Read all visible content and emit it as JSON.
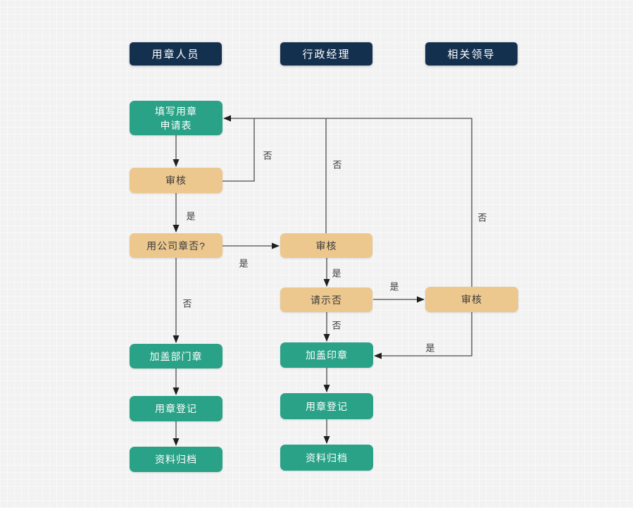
{
  "diagram": {
    "type": "flowchart",
    "lanes": [
      {
        "label": "用章人员"
      },
      {
        "label": "行政经理"
      },
      {
        "label": "相关领导"
      }
    ],
    "nodes": [
      {
        "id": "fill-application",
        "label": "填写用章\n申请表",
        "type": "process"
      },
      {
        "id": "review-1",
        "label": "审核",
        "type": "review"
      },
      {
        "id": "company-seal-question",
        "label": "用公司章否?",
        "type": "review"
      },
      {
        "id": "dept-seal-stamp",
        "label": "加盖部门章",
        "type": "process"
      },
      {
        "id": "seal-register-1",
        "label": "用章登记",
        "type": "process"
      },
      {
        "id": "archive-1",
        "label": "资料归档",
        "type": "process"
      },
      {
        "id": "review-2",
        "label": "审核",
        "type": "review"
      },
      {
        "id": "ask-leader-question",
        "label": "请示否",
        "type": "review"
      },
      {
        "id": "official-seal-stamp",
        "label": "加盖印章",
        "type": "process"
      },
      {
        "id": "seal-register-2",
        "label": "用章登记",
        "type": "process"
      },
      {
        "id": "archive-2",
        "label": "资料归档",
        "type": "process"
      },
      {
        "id": "review-3",
        "label": "审核",
        "type": "review"
      }
    ],
    "edge_labels": [
      {
        "id": "yes-review1-to-question",
        "text": "是"
      },
      {
        "id": "no-question-to-deptseal",
        "text": "否"
      },
      {
        "id": "yes-question-to-review2",
        "text": "是"
      },
      {
        "id": "no-review1-to-fill",
        "text": "否"
      },
      {
        "id": "no-review2-to-fill",
        "text": "否"
      },
      {
        "id": "yes-review2-to-ask",
        "text": "是"
      },
      {
        "id": "yes-ask-to-review3",
        "text": "是"
      },
      {
        "id": "no-ask-to-stamp",
        "text": "否"
      },
      {
        "id": "no-review3-to-fill",
        "text": "否"
      },
      {
        "id": "yes-review3-to-stamp",
        "text": "是"
      }
    ],
    "colors": {
      "process_fill": "#2aa287",
      "review_fill": "#ecc78e",
      "lane_fill": "#14304f",
      "background": "#f2f2f2",
      "line": "#4c4c4c"
    }
  }
}
